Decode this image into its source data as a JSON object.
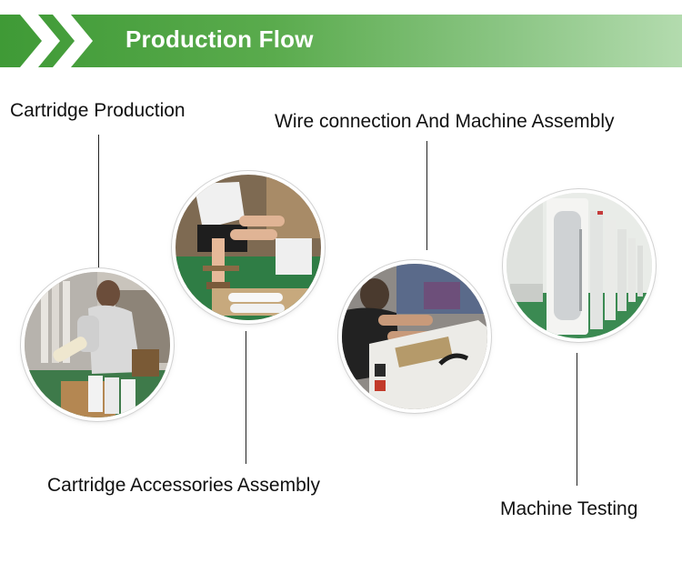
{
  "banner": {
    "title": "Production Flow",
    "icon": "double-chevron-icon",
    "colors": {
      "start": "#3f9a36",
      "end": "#b3dbae",
      "text": "#ffffff"
    }
  },
  "steps": [
    {
      "label": "Cartridge Production",
      "photo": "worker-holding-filter-cartridge"
    },
    {
      "label": "Cartridge Accessories Assembly",
      "photo": "worker-assembling-cartridge-parts"
    },
    {
      "label": "Wire connection And Machine Assembly",
      "photo": "worker-wiring-machine-panel"
    },
    {
      "label": "Machine Testing",
      "photo": "machines-in-testing-room"
    }
  ]
}
